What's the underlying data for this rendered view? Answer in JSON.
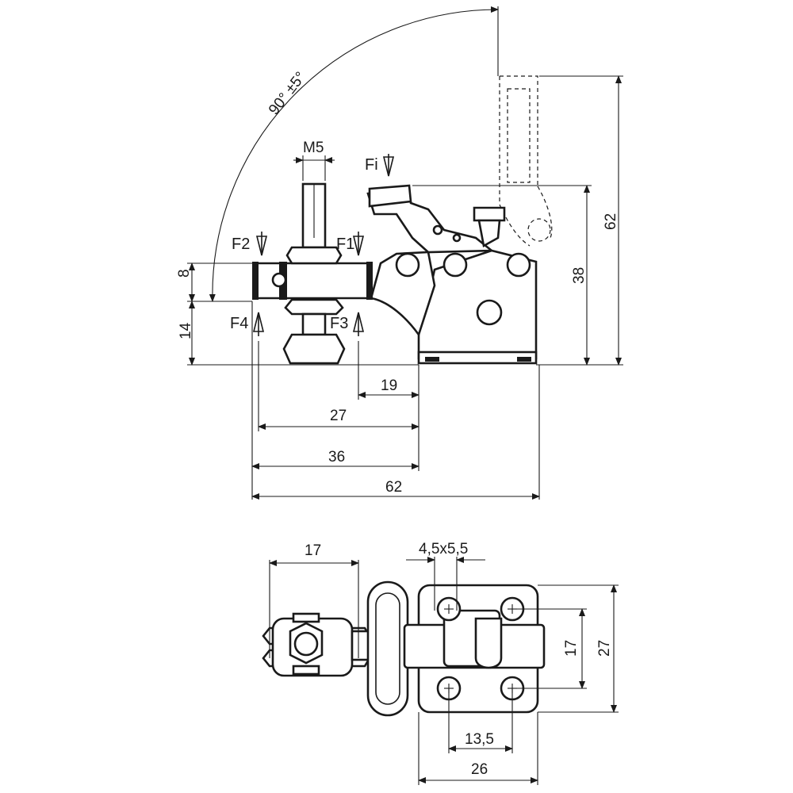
{
  "side_view": {
    "angle_label": "90° ±5°",
    "thread_label": "M5",
    "force_labels": {
      "fi": "Fi",
      "f1": "F1",
      "f2": "F2",
      "f3": "F3",
      "f4": "F4"
    },
    "dims": {
      "h8": "8",
      "h14": "14",
      "h38": "38",
      "h62": "62",
      "w19": "19",
      "w27": "27",
      "w36": "36",
      "w62": "62"
    }
  },
  "top_view": {
    "dims": {
      "w17": "17",
      "slot": "4,5x5,5",
      "h17": "17",
      "h27": "27",
      "w13_5": "13,5",
      "w26": "26"
    }
  }
}
